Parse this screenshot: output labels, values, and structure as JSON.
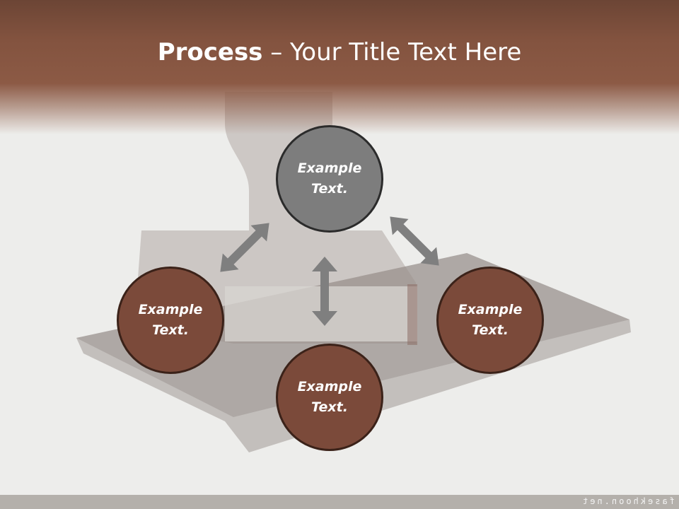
{
  "title": {
    "bold": "Process",
    "rest": " – Your Title Text Here"
  },
  "nodes": {
    "top": {
      "line1": "Example",
      "line2": "Text."
    },
    "left": {
      "line1": "Example",
      "line2": "Text."
    },
    "right": {
      "line1": "Example",
      "line2": "Text."
    },
    "bottom": {
      "line1": "Example",
      "line2": "Text."
    }
  },
  "watermark": "fasekhoon.net",
  "colors": {
    "header": "#83533f",
    "node_gray": "#7d7d7d",
    "node_brown": "#7b4a3a",
    "arrow": "#7f7f7f"
  }
}
